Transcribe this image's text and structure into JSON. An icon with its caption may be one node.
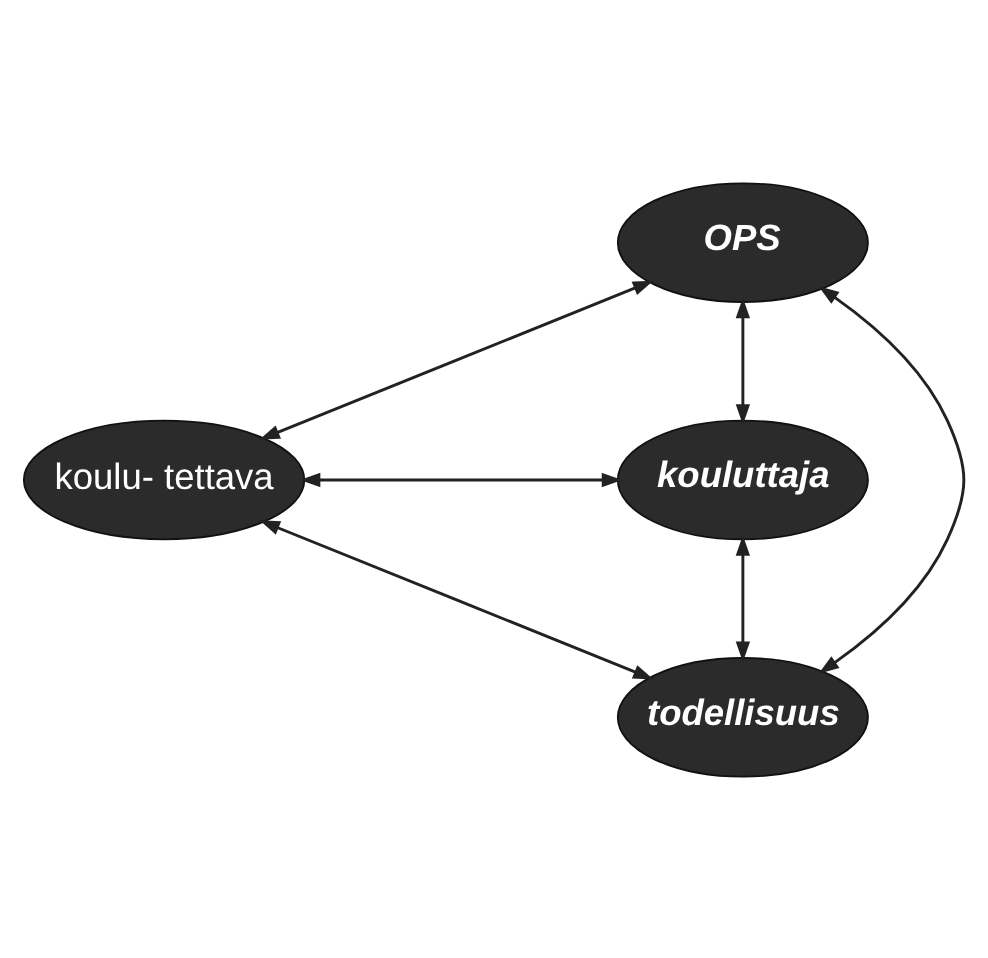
{
  "diagram": {
    "nodes": [
      {
        "text": [
          "OPS"
        ]
      },
      {
        "text": [
          "koulu- tettava"
        ]
      },
      {
        "text": [
          "kouluttaja"
        ]
      },
      {
        "text": [
          "todellisuus"
        ]
      }
    ],
    "edges": [
      {
        "from": 0,
        "to": 1,
        "arrow": "both"
      },
      {
        "from": 0,
        "to": 2,
        "arrow": "both"
      },
      {
        "from": 0,
        "to": 3,
        "arrow": "both"
      },
      {
        "from": 1,
        "to": 2,
        "arrow": "both"
      },
      {
        "from": 1,
        "to": 3,
        "arrow": "both"
      },
      {
        "from": 2,
        "to": 3,
        "arrow": "both"
      }
    ]
  }
}
